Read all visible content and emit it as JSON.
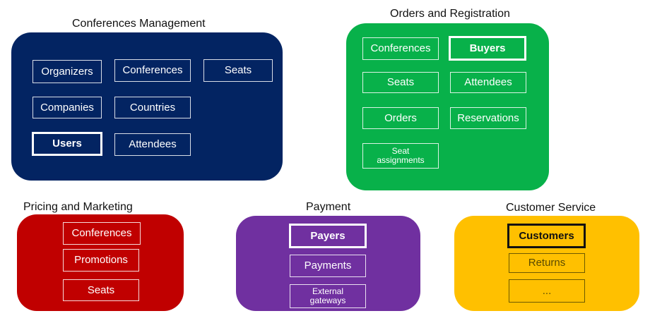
{
  "colors": {
    "conferences_management": "#032462",
    "orders_registration": "#08b14a",
    "pricing_marketing": "#c00000",
    "payment": "#7030a0",
    "customer_service": "#ffc000"
  },
  "contexts": {
    "conferences_management": {
      "title": "Conferences Management",
      "entities": [
        "Organizers",
        "Conferences",
        "Seats",
        "Companies",
        "Countries",
        "Users",
        "Attendees"
      ]
    },
    "orders_registration": {
      "title": "Orders and Registration",
      "entities": [
        "Conferences",
        "Buyers",
        "Seats",
        "Attendees",
        "Orders",
        "Reservations",
        "Seat assignments"
      ]
    },
    "pricing_marketing": {
      "title": "Pricing and Marketing",
      "entities": [
        "Conferences",
        "Promotions",
        "Seats"
      ]
    },
    "payment": {
      "title": "Payment",
      "entities": [
        "Payers",
        "Payments",
        "External gateways"
      ]
    },
    "customer_service": {
      "title": "Customer Service",
      "entities": [
        "Customers",
        "Returns",
        "..."
      ]
    }
  }
}
